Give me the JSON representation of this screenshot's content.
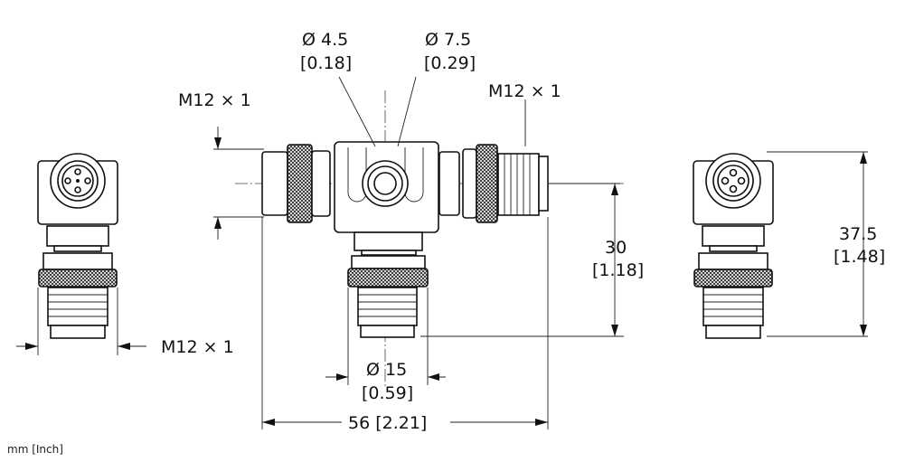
{
  "title": "Tee connector dimension drawing",
  "labels": {
    "m12_left_view": "M12 × 1",
    "m12_center_left": "M12 × 1",
    "m12_center_right": "M12 × 1",
    "dia_4_5_mm": "Ø 4.5",
    "dia_4_5_in": "[0.18]",
    "dia_7_5_mm": "Ø 7.5",
    "dia_7_5_in": "[0.29]",
    "height_30_mm": "30",
    "height_30_in": "[1.18]",
    "dia_15_mm": "Ø 15",
    "dia_15_in": "[0.59]",
    "length_56": "56 [2.21]",
    "height_37_5_mm": "37.5",
    "height_37_5_in": "[1.48]",
    "units": "mm [Inch]"
  }
}
